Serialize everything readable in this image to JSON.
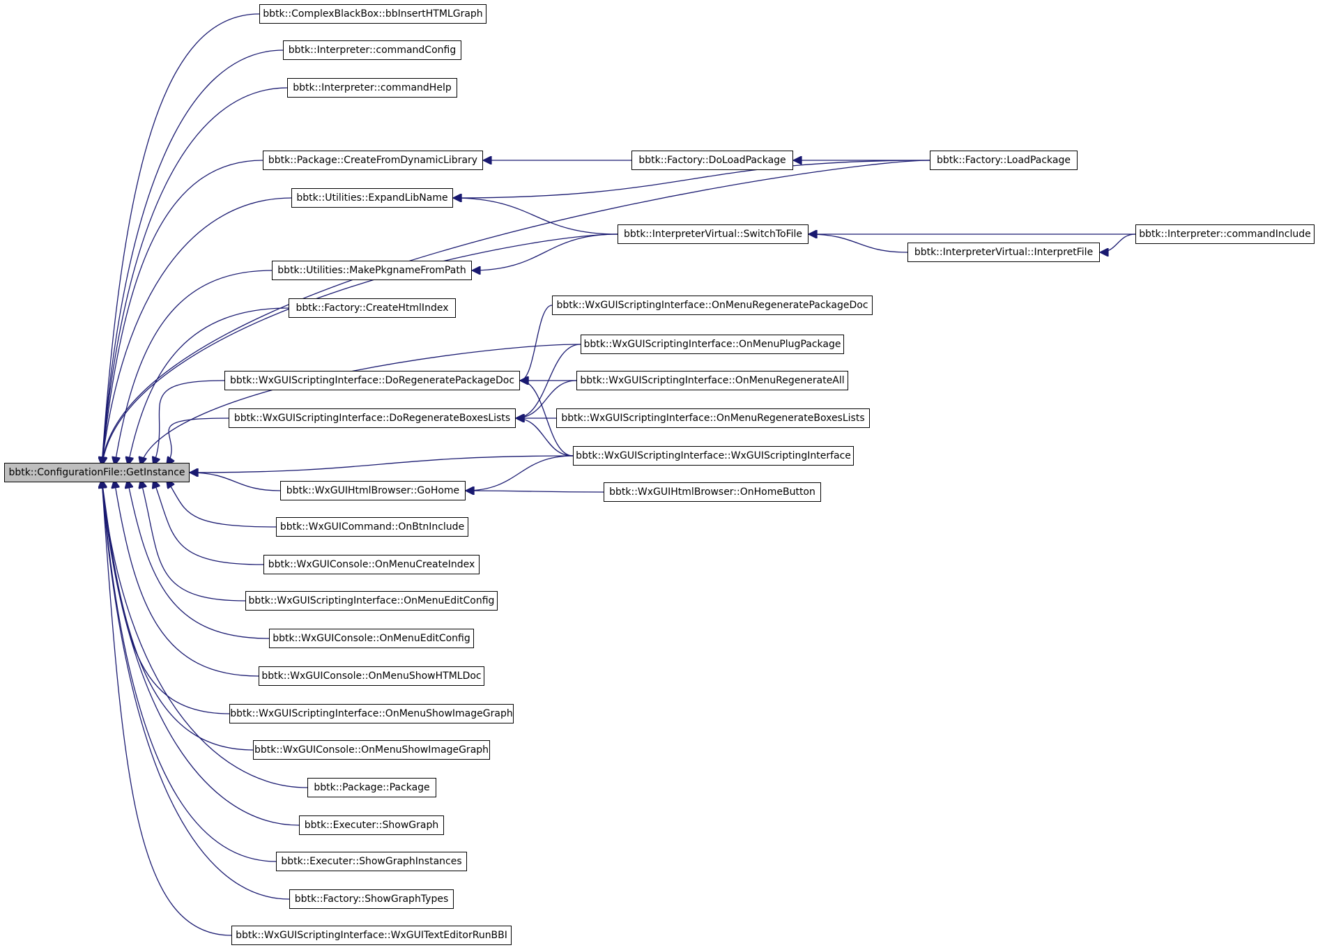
{
  "colors": {
    "edge": "#191970",
    "node_border": "#000000",
    "node_fill": "#ffffff",
    "root_fill": "#bfbfbf"
  },
  "nodes": [
    "bbtk::ConfigurationFile::GetInstance",
    "bbtk::ComplexBlackBox::bbInsertHTMLGraph",
    "bbtk::Interpreter::commandConfig",
    "bbtk::Interpreter::commandHelp",
    "bbtk::Package::CreateFromDynamicLibrary",
    "bbtk::Factory::DoLoadPackage",
    "bbtk::Factory::LoadPackage",
    "bbtk::Utilities::ExpandLibName",
    "bbtk::InterpreterVirtual::SwitchToFile",
    "bbtk::Interpreter::commandInclude",
    "bbtk::InterpreterVirtual::InterpretFile",
    "bbtk::Utilities::MakePkgnameFromPath",
    "bbtk::Factory::CreateHtmlIndex",
    "bbtk::WxGUIScriptingInterface::OnMenuRegeneratePackageDoc",
    "bbtk::WxGUIScriptingInterface::OnMenuPlugPackage",
    "bbtk::WxGUIScriptingInterface::DoRegeneratePackageDoc",
    "bbtk::WxGUIScriptingInterface::OnMenuRegenerateAll",
    "bbtk::WxGUIScriptingInterface::DoRegenerateBoxesLists",
    "bbtk::WxGUIScriptingInterface::OnMenuRegenerateBoxesLists",
    "bbtk::WxGUIScriptingInterface::WxGUIScriptingInterface",
    "bbtk::WxGUIHtmlBrowser::GoHome",
    "bbtk::WxGUIHtmlBrowser::OnHomeButton",
    "bbtk::WxGUICommand::OnBtnInclude",
    "bbtk::WxGUIConsole::OnMenuCreateIndex",
    "bbtk::WxGUIScriptingInterface::OnMenuEditConfig",
    "bbtk::WxGUIConsole::OnMenuEditConfig",
    "bbtk::WxGUIConsole::OnMenuShowHTMLDoc",
    "bbtk::WxGUIScriptingInterface::OnMenuShowImageGraph",
    "bbtk::WxGUIConsole::OnMenuShowImageGraph",
    "bbtk::Package::Package",
    "bbtk::Executer::ShowGraph",
    "bbtk::Executer::ShowGraphInstances",
    "bbtk::Factory::ShowGraphTypes",
    "bbtk::WxGUIScriptingInterface::WxGUITextEditorRunBBI"
  ],
  "edges": [
    [
      1,
      0
    ],
    [
      2,
      0
    ],
    [
      3,
      0
    ],
    [
      6,
      0
    ],
    [
      4,
      0
    ],
    [
      5,
      4
    ],
    [
      6,
      5
    ],
    [
      7,
      0
    ],
    [
      6,
      7
    ],
    [
      8,
      7
    ],
    [
      8,
      0
    ],
    [
      9,
      8
    ],
    [
      10,
      8
    ],
    [
      9,
      10
    ],
    [
      11,
      0
    ],
    [
      8,
      11
    ],
    [
      12,
      0
    ],
    [
      13,
      15
    ],
    [
      14,
      0
    ],
    [
      14,
      17
    ],
    [
      15,
      0
    ],
    [
      16,
      15
    ],
    [
      16,
      17
    ],
    [
      17,
      0
    ],
    [
      18,
      17
    ],
    [
      19,
      15
    ],
    [
      19,
      17
    ],
    [
      19,
      0
    ],
    [
      19,
      20
    ],
    [
      20,
      0
    ],
    [
      21,
      20
    ],
    [
      22,
      0
    ],
    [
      23,
      0
    ],
    [
      24,
      0
    ],
    [
      25,
      0
    ],
    [
      26,
      0
    ],
    [
      27,
      0
    ],
    [
      28,
      0
    ],
    [
      29,
      0
    ],
    [
      30,
      0
    ],
    [
      31,
      0
    ],
    [
      32,
      0
    ],
    [
      33,
      0
    ]
  ]
}
